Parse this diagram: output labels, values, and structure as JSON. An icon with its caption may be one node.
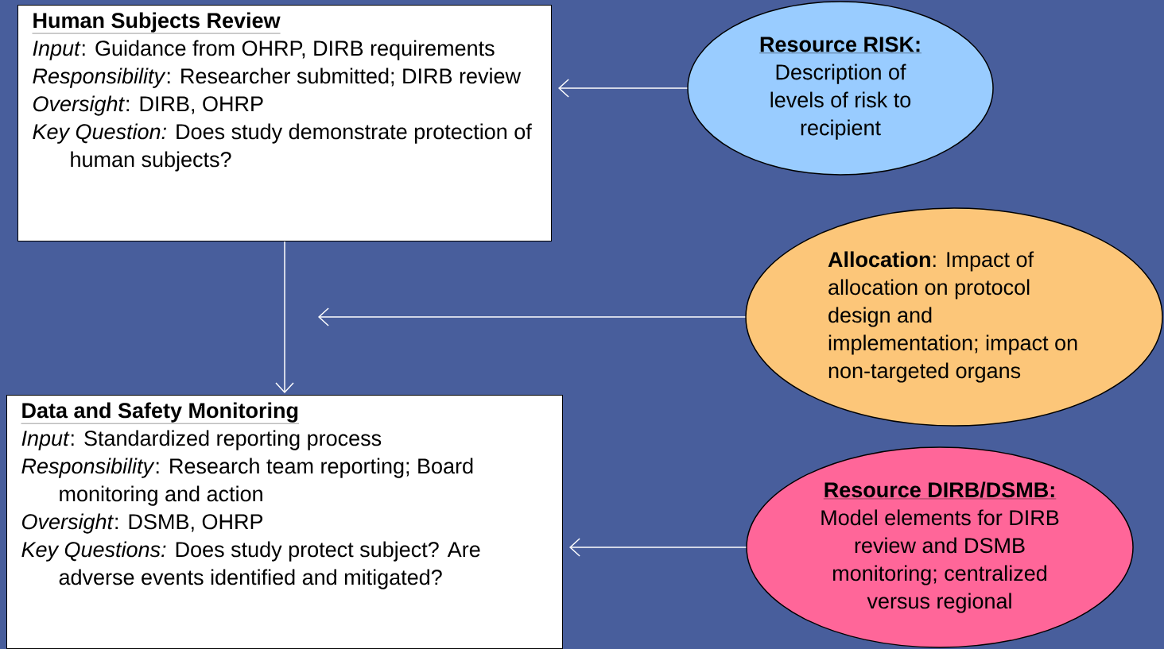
{
  "diagram": {
    "nodes": [
      {
        "text": [
          "Human Subjects Review",
          "*Input*: Guidance from OHRP, DIRB requirements",
          "*Responsibility*: Researcher submitted; DIRB review",
          "*Oversight*: DIRB, OHRP",
          "*Key Question:* Does study demonstrate protection of human subjects?"
        ]
      },
      {
        "text": [
          "Data and Safety Monitoring",
          "*Input*: Standardized reporting process",
          "*Responsibility*: Research team reporting; Board monitoring and action",
          "*Oversight*:  DSMB, OHRP",
          "*Key Questions:* Does study protect subject? Are adverse events identified and mitigated?"
        ]
      },
      {
        "text": [
          "Resource RISK:",
          "Description of levels of risk to recipient"
        ]
      },
      {
        "text": [
          "**Allocation**: Impact of allocation on protocol design and implementation; impact on non-targeted organs"
        ]
      },
      {
        "text": [
          "Resource DIRB/DSMB:",
          "Model elements for DIRB review and DSMB monitoring; centralized versus regional"
        ]
      }
    ],
    "edges": [
      {
        "from": 2,
        "to": 0,
        "arrow": "to"
      },
      {
        "from": 0,
        "to": 1,
        "arrow": "to"
      },
      {
        "from": 3,
        "to": null,
        "arrow": "to"
      },
      {
        "from": 4,
        "to": 1,
        "arrow": "to"
      }
    ]
  }
}
